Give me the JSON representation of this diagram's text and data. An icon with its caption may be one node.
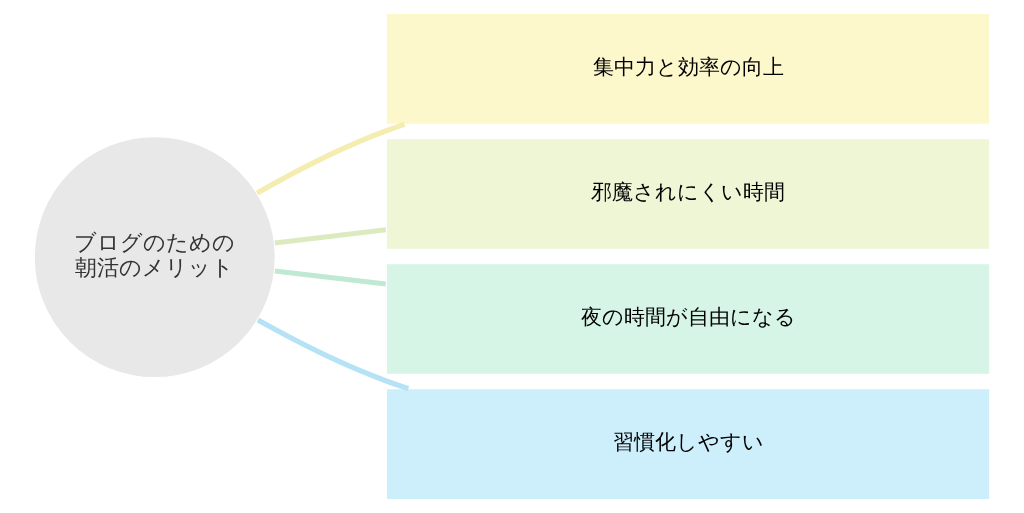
{
  "diagram": {
    "nodes": [
      {
        "text": [
          "ブログのための朝活のメリット"
        ]
      },
      {
        "text": [
          "集中力と効率の向上"
        ]
      },
      {
        "text": [
          "邪魔されにくい時間"
        ]
      },
      {
        "text": [
          "夜の時間が自由になる"
        ]
      },
      {
        "text": [
          "習慣化しやすい"
        ]
      }
    ],
    "edges": [
      {
        "from": 0,
        "to": 1,
        "arrow": "none"
      },
      {
        "from": 0,
        "to": 2,
        "arrow": "none"
      },
      {
        "from": 0,
        "to": 3,
        "arrow": "none"
      },
      {
        "from": 0,
        "to": 4,
        "arrow": "none"
      }
    ]
  }
}
